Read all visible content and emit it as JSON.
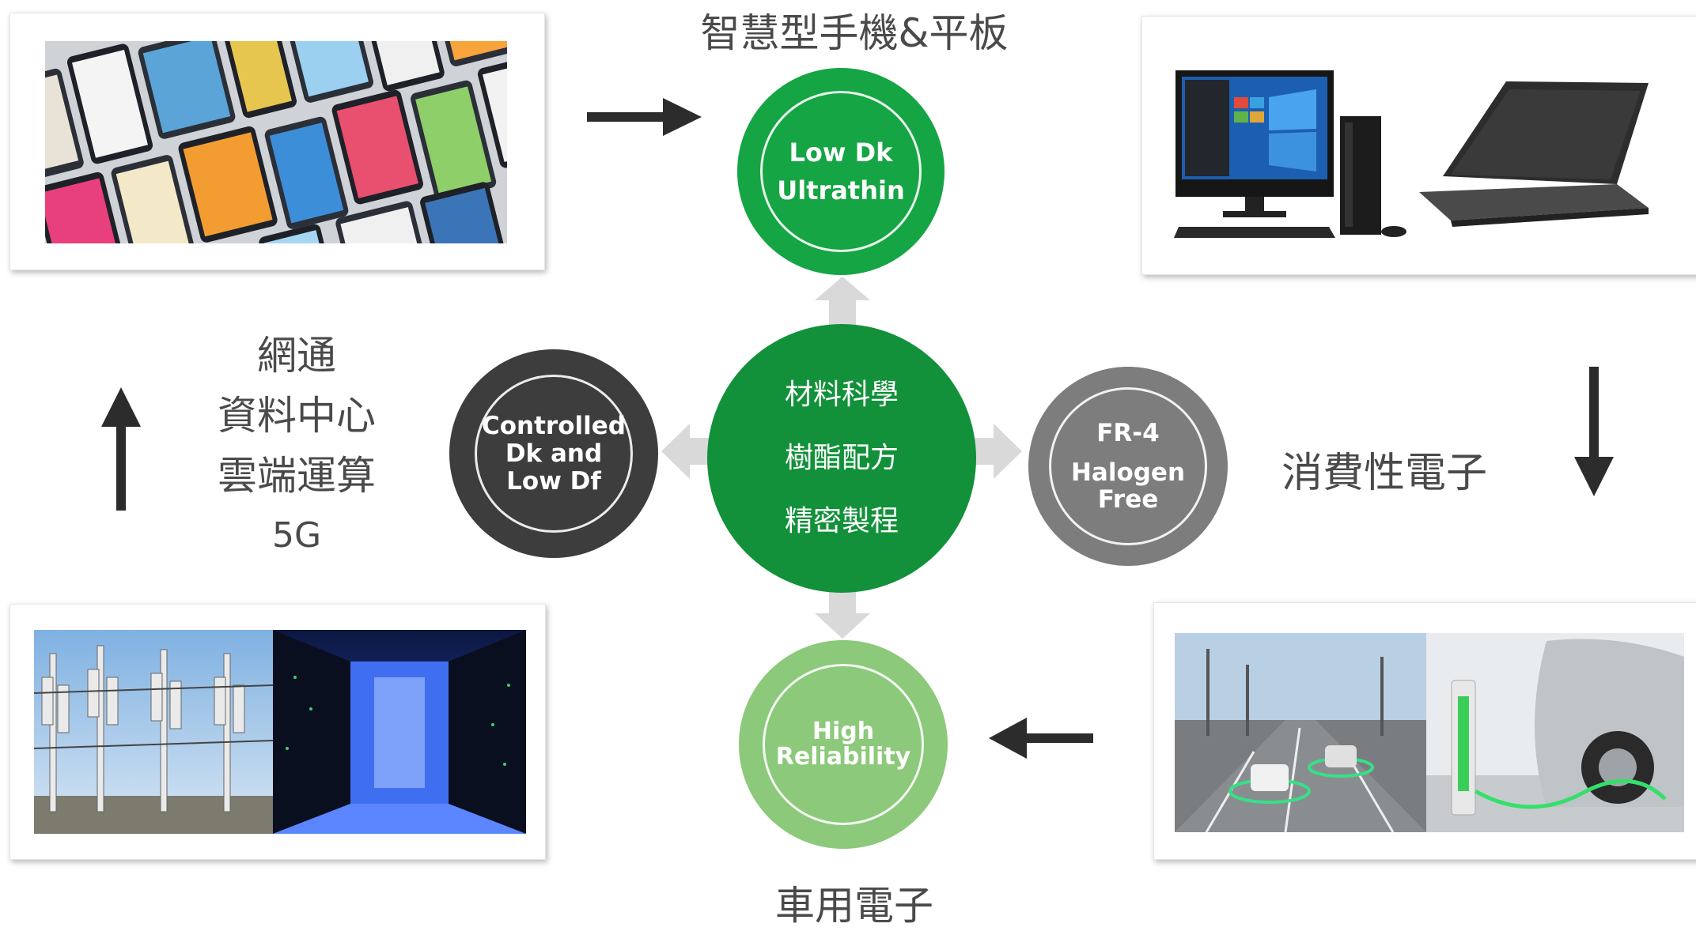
{
  "headings": {
    "smartphone": "智慧型手機&平板",
    "consumer": "消費性電子",
    "automotive": "車用電子",
    "network": {
      "line1": "網通",
      "line2": "資料中心",
      "line3": "雲端運算",
      "line4": "5G"
    }
  },
  "center": {
    "line1": "材料科學",
    "line2": "樹酯配方",
    "line3": "精密製程"
  },
  "nodes": {
    "top": {
      "line1": "Low Dk",
      "line2": "Ultrathin"
    },
    "left": {
      "line1": "Controlled",
      "line2": "Dk and",
      "line3": "Low Df"
    },
    "right": {
      "line1": "FR-4",
      "line2": "Halogen",
      "line3": "Free"
    },
    "bottom": {
      "line1": "High",
      "line2": "Reliability"
    }
  },
  "colors": {
    "center_green": "#12913a",
    "top_green": "#15a544",
    "bottom_green": "#8cc97a",
    "left_dark": "#3d3d3d",
    "right_gray": "#7d7d7d",
    "arrow_dark": "#2c2c2c",
    "arrow_light": "#d9d9d9"
  },
  "icons": {
    "flow_arrows": "arrow-icon",
    "spoke_arrows": "block-arrow-icon"
  }
}
